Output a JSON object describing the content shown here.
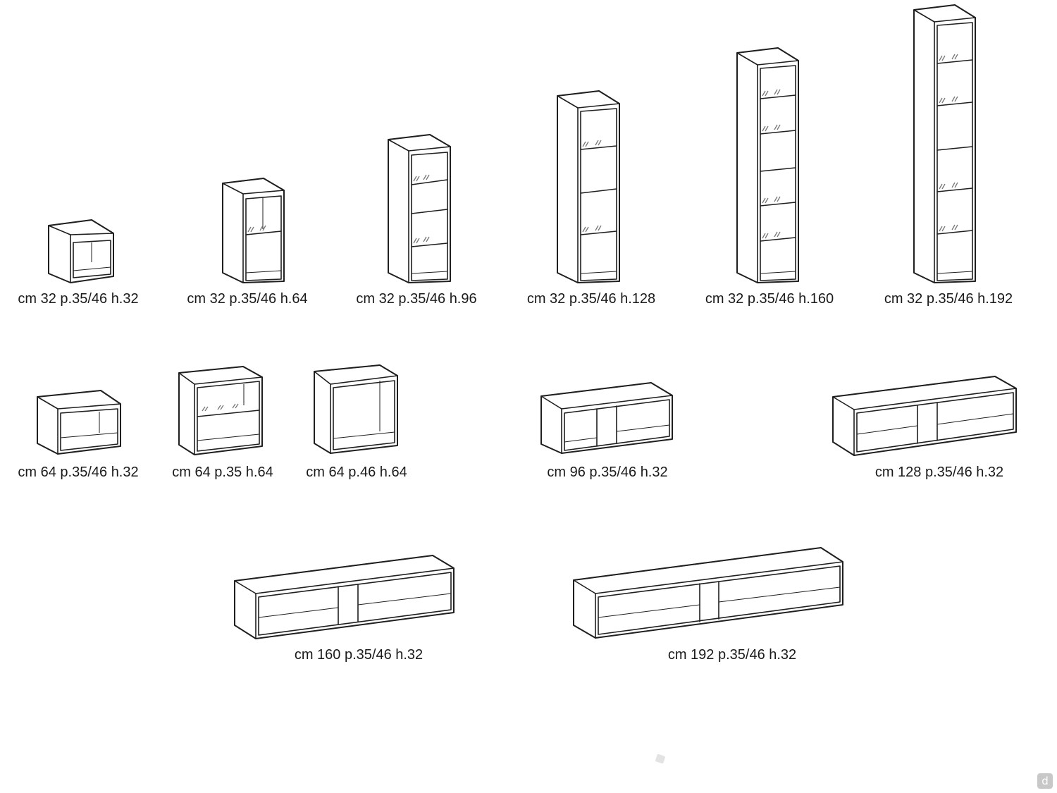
{
  "units": [
    {
      "label": "cm 32 p.35/46 h.32"
    },
    {
      "label": "cm 32 p.35/46 h.64"
    },
    {
      "label": "cm 32 p.35/46 h.96"
    },
    {
      "label": "cm 32 p.35/46 h.128"
    },
    {
      "label": "cm 32 p.35/46 h.160"
    },
    {
      "label": "cm 32 p.35/46 h.192"
    },
    {
      "label": "cm 64 p.35/46 h.32"
    },
    {
      "label": "cm 64 p.35 h.64"
    },
    {
      "label": "cm 64 p.46 h.64"
    },
    {
      "label": "cm 96 p.35/46 h.32"
    },
    {
      "label": "cm 128 p.35/46 h.32"
    },
    {
      "label": "cm 160 p.35/46 h.32"
    },
    {
      "label": "cm 192 p.35/46 h.32"
    }
  ],
  "watermark": {
    "logo_letter": "d"
  }
}
